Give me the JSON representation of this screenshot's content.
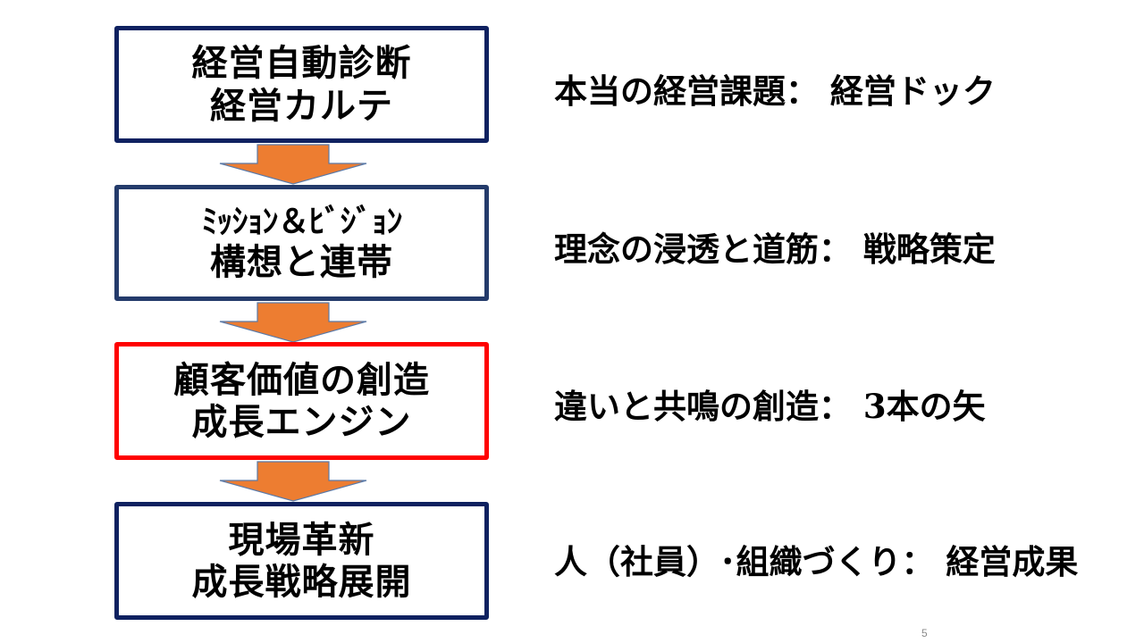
{
  "slide": {
    "page_number": "5",
    "colors": {
      "box_border_navy": "#0e2160",
      "box_border_navy_2": "#243b6b",
      "box_border_highlight": "#ff0000",
      "arrow_fill": "#ed7d31",
      "arrow_outline": "#5b7aa8",
      "text": "#000000"
    }
  },
  "steps": [
    {
      "lines": [
        "経営自動診断",
        "経営カルテ"
      ],
      "side_label": "本当の経営課題：  経営ドック",
      "highlighted": false
    },
    {
      "lines": [
        "ﾐｯｼｮﾝ＆ﾋﾞｼﾞｮﾝ",
        "構想と連帯"
      ],
      "side_label": "理念の浸透と道筋：  戦略策定",
      "highlighted": false
    },
    {
      "lines": [
        "顧客価値の創造",
        "成長エンジン"
      ],
      "side_label": "違いと共鳴の創造：  3本の矢",
      "highlighted": true
    },
    {
      "lines": [
        "現場革新",
        "成長戦略展開"
      ],
      "side_label": "人（社員）･組織づくり：  経営成果",
      "highlighted": false
    }
  ],
  "arrows": [
    {
      "icon": "down-arrow-icon",
      "from": 0,
      "to": 1
    },
    {
      "icon": "down-arrow-icon",
      "from": 1,
      "to": 2
    },
    {
      "icon": "down-arrow-icon",
      "from": 2,
      "to": 3
    }
  ]
}
